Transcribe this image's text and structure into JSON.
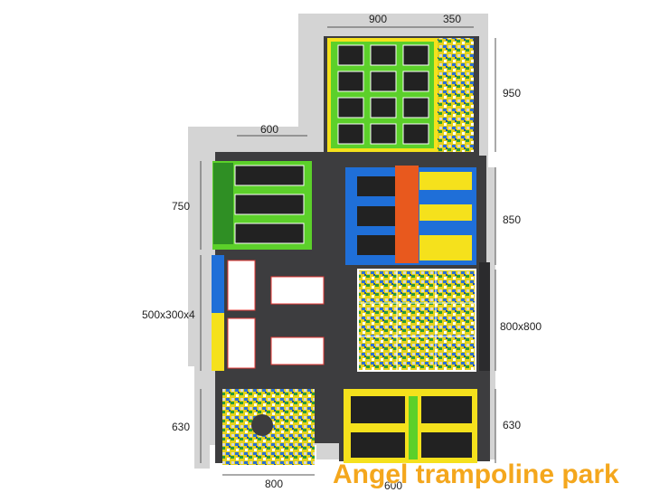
{
  "dimensions": {
    "top_900": "900",
    "top_350": "350",
    "right_950": "950",
    "left_600": "600",
    "left_750": "750",
    "right_850": "850",
    "left_500x300x4": "500x300x4",
    "right_800x800": "800x800",
    "left_630": "630",
    "right_630": "630",
    "bottom_800": "800",
    "bottom_600": "600"
  },
  "caption": "Angel trampoline park",
  "colors": {
    "floor": "#3d3d3f",
    "wall": "#cfcfcf",
    "yellow": "#f5e11c",
    "green": "#5cd02a",
    "blue": "#1f6fd8",
    "orange": "#e8591e",
    "caption": "#f4a71d"
  }
}
